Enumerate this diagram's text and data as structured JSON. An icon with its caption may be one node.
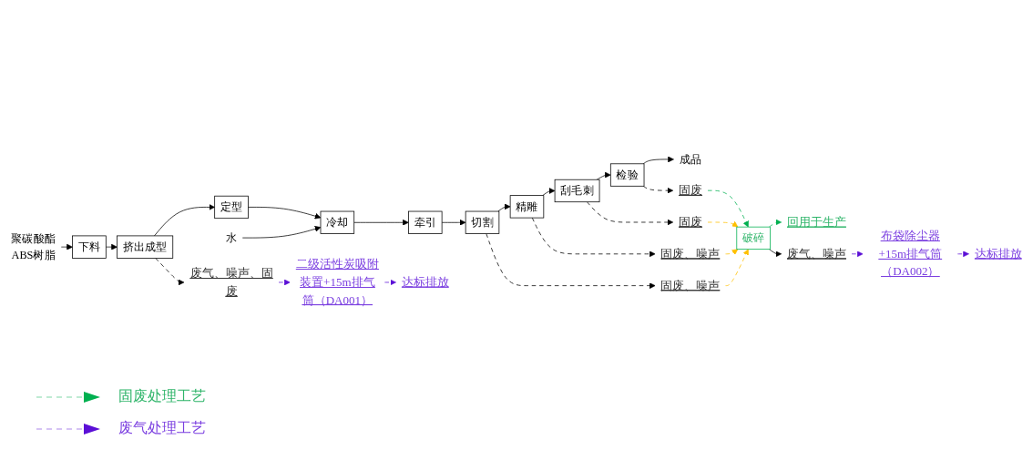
{
  "diagram": {
    "nodes": [
      {
        "text": [
          "聚碳酸酯",
          "ABS树脂"
        ]
      },
      {
        "text": [
          "下料"
        ]
      },
      {
        "text": [
          "挤出成型"
        ]
      },
      {
        "text": [
          "定型"
        ]
      },
      {
        "text": [
          "冷却"
        ]
      },
      {
        "text": [
          "牵引"
        ]
      },
      {
        "text": [
          "切割"
        ]
      },
      {
        "text": [
          "精雕"
        ]
      },
      {
        "text": [
          "刮毛刺"
        ]
      },
      {
        "text": [
          "检验"
        ]
      },
      {
        "text": [
          "成品"
        ]
      },
      {
        "text": [
          "水"
        ]
      },
      {
        "text": [
          "废气、噪声、固废"
        ]
      },
      {
        "text": [
          "二级活性炭吸附装置+15m排气筒（DA001）"
        ]
      },
      {
        "text": [
          "达标排放"
        ]
      },
      {
        "text": [
          "固废、噪声"
        ]
      },
      {
        "text": [
          "固废、噪声"
        ]
      },
      {
        "text": [
          "固废"
        ]
      },
      {
        "text": [
          "固废"
        ]
      },
      {
        "text": [
          "破碎"
        ]
      },
      {
        "text": [
          "回用于生产"
        ]
      },
      {
        "text": [
          "废气、噪声"
        ]
      },
      {
        "text": [
          "布袋除尘器+15m排气筒（DA002）"
        ]
      },
      {
        "text": [
          "达标排放"
        ]
      }
    ],
    "edges": [
      {
        "from": 0,
        "to": 1,
        "arrow": "to"
      },
      {
        "from": 1,
        "to": 2,
        "arrow": "to"
      },
      {
        "from": 2,
        "to": 3,
        "arrow": "to"
      },
      {
        "from": 3,
        "to": 4,
        "arrow": "to"
      },
      {
        "from": 4,
        "to": 5,
        "arrow": "to"
      },
      {
        "from": 5,
        "to": 6,
        "arrow": "to"
      },
      {
        "from": 6,
        "to": 7,
        "arrow": "to"
      },
      {
        "from": 7,
        "to": 8,
        "arrow": "to"
      },
      {
        "from": 8,
        "to": 9,
        "arrow": "to"
      },
      {
        "from": 9,
        "to": 10,
        "arrow": "to"
      },
      {
        "from": 11,
        "to": 4,
        "arrow": "to"
      },
      {
        "from": 2,
        "to": 12,
        "arrow": "to",
        "style": "dashed"
      },
      {
        "from": 12,
        "to": 13,
        "arrow": "to",
        "style": "dashed",
        "color": "#5b0fd6"
      },
      {
        "from": 13,
        "to": 14,
        "arrow": "to",
        "style": "dashed",
        "color": "#5b0fd6"
      },
      {
        "from": 6,
        "to": 15,
        "arrow": "to",
        "style": "dashed"
      },
      {
        "from": 7,
        "to": 16,
        "arrow": "to",
        "style": "dashed"
      },
      {
        "from": 8,
        "to": 17,
        "arrow": "to",
        "style": "dashed"
      },
      {
        "from": 9,
        "to": 18,
        "arrow": "to",
        "style": "dashed"
      },
      {
        "from": 15,
        "to": 19,
        "arrow": "to",
        "style": "dashed",
        "color": "#ffc000"
      },
      {
        "from": 16,
        "to": 19,
        "arrow": "to",
        "style": "dashed",
        "color": "#ffc000"
      },
      {
        "from": 17,
        "to": 19,
        "arrow": "to",
        "style": "dashed",
        "color": "#ffc000"
      },
      {
        "from": 18,
        "to": 19,
        "arrow": "to",
        "style": "dashed",
        "color": "#00b050"
      },
      {
        "from": 19,
        "to": 20,
        "arrow": "to",
        "style": "dashed",
        "color": "#00b050"
      },
      {
        "from": 19,
        "to": 21,
        "arrow": "to"
      },
      {
        "from": 21,
        "to": 22,
        "arrow": "to",
        "style": "dashed",
        "color": "#5b0fd6"
      },
      {
        "from": 22,
        "to": 23,
        "arrow": "to",
        "style": "dashed",
        "color": "#5b0fd6"
      }
    ],
    "legend": [
      {
        "text": "固废处理工艺"
      },
      {
        "text": "废气处理工艺"
      }
    ]
  }
}
